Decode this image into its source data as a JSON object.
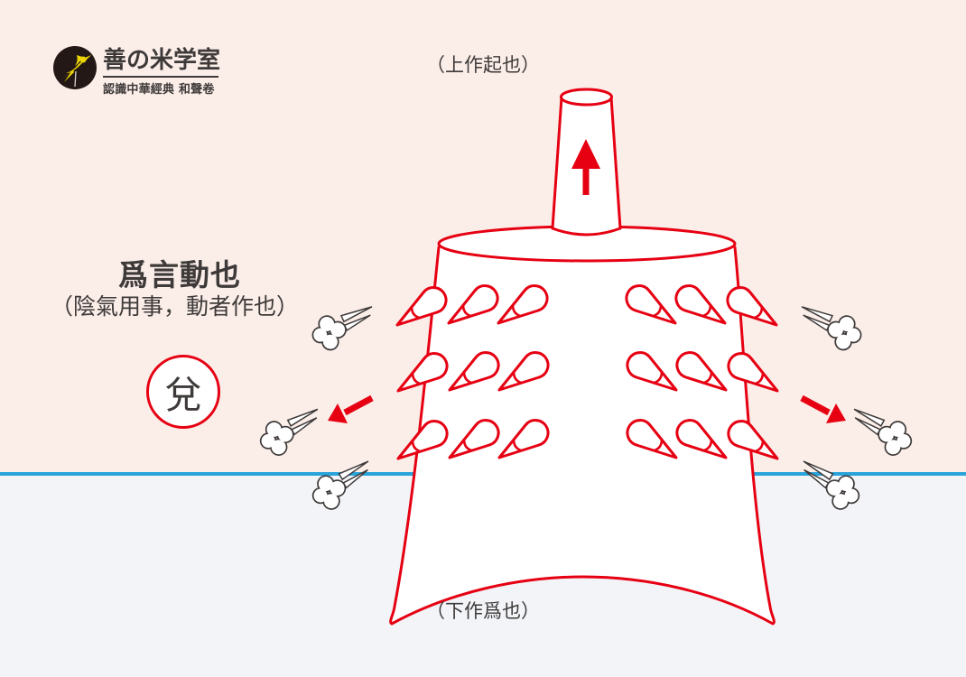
{
  "logo": {
    "name": "善の米学室",
    "series": "認識中華經典 和聲卷"
  },
  "annotations": {
    "top": "（上作起也）",
    "left_heading": "爲言動也",
    "left_note": "（陰氣用事，動者作也）",
    "trigram_symbol": "兌",
    "bottom": "（下作爲也）"
  },
  "icons": {
    "logo_emblem": "yellow-bird-icon",
    "bell": "bronze-bell-outline",
    "stud": "bell-stud-cone",
    "steam": "puff-cloud",
    "arrows": [
      "up-arrow",
      "down-left-arrow",
      "down-right-arrow"
    ]
  },
  "colors": {
    "outline_red": "#e60012",
    "ink": "#3e3a39",
    "upper_background": "#fbeee9",
    "lower_background": "#f2f4f8",
    "horizon_line": "#29a4db",
    "logo_circle": "#231815",
    "logo_bird": "#ecd406"
  },
  "diagram": {
    "stud_rows_per_side": 3,
    "studs_per_row": 3,
    "puffs_left": 3,
    "puffs_right": 3
  }
}
